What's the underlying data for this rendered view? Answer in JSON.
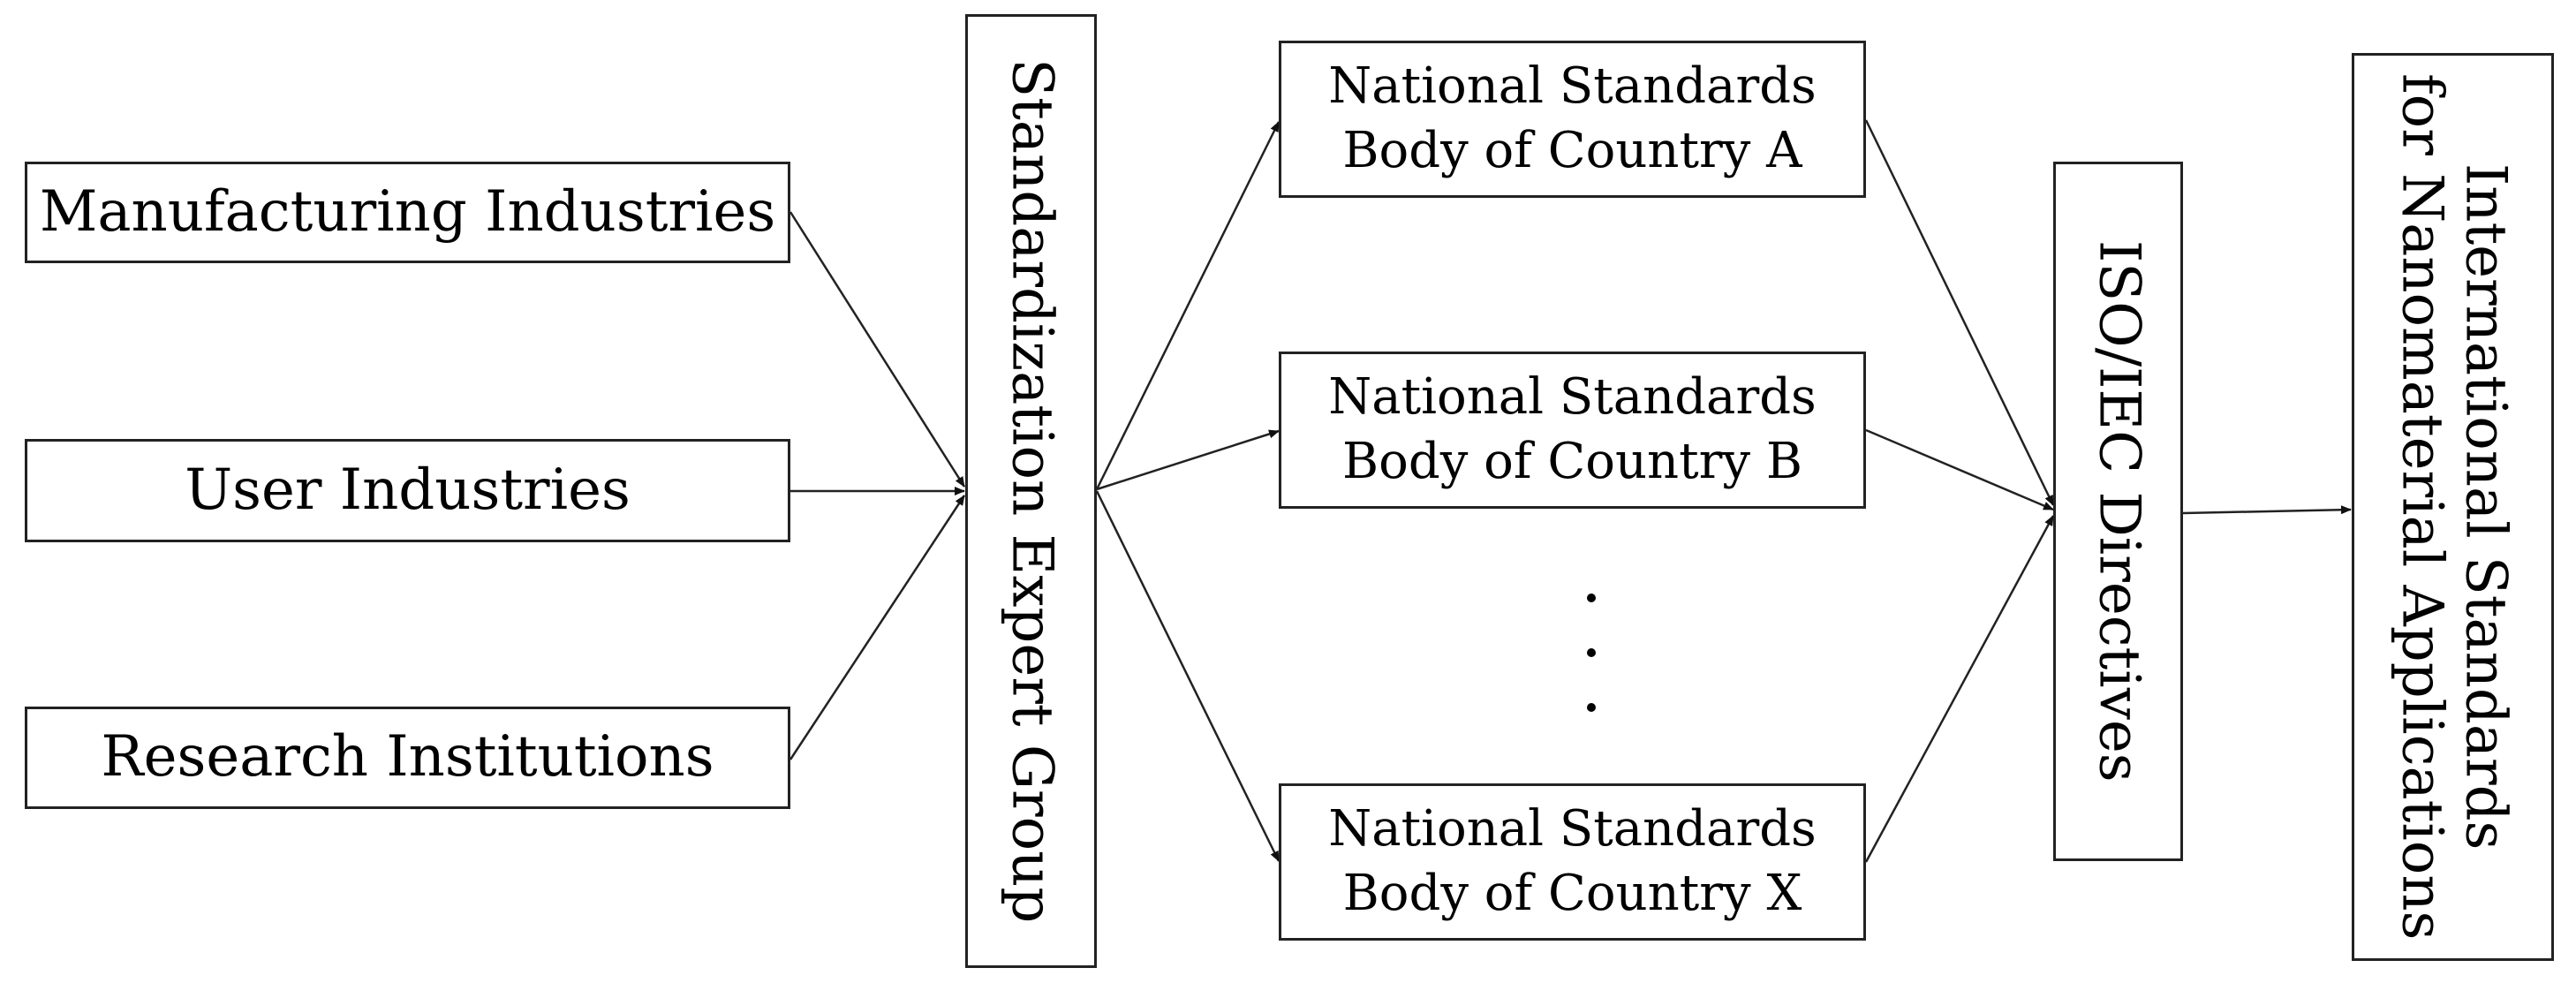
{
  "sources": [
    {
      "label": "Manufacturing Industries"
    },
    {
      "label": "User Industries"
    },
    {
      "label": "Research Institutions"
    }
  ],
  "expert_group": {
    "label": "Standardization Expert Group"
  },
  "national_bodies": [
    {
      "line1": "National Standards",
      "line2": "Body of Country A"
    },
    {
      "line1": "National Standards",
      "line2": "Body of Country B"
    },
    {
      "line1": "National Standards",
      "line2": "Body of Country X"
    }
  ],
  "directives": {
    "label": "ISO/IEC Directives"
  },
  "result": {
    "line1": "International Standards",
    "line2": "for Nanomaterial Applications"
  },
  "colors": {
    "line": "#222222",
    "background": "#ffffff"
  }
}
